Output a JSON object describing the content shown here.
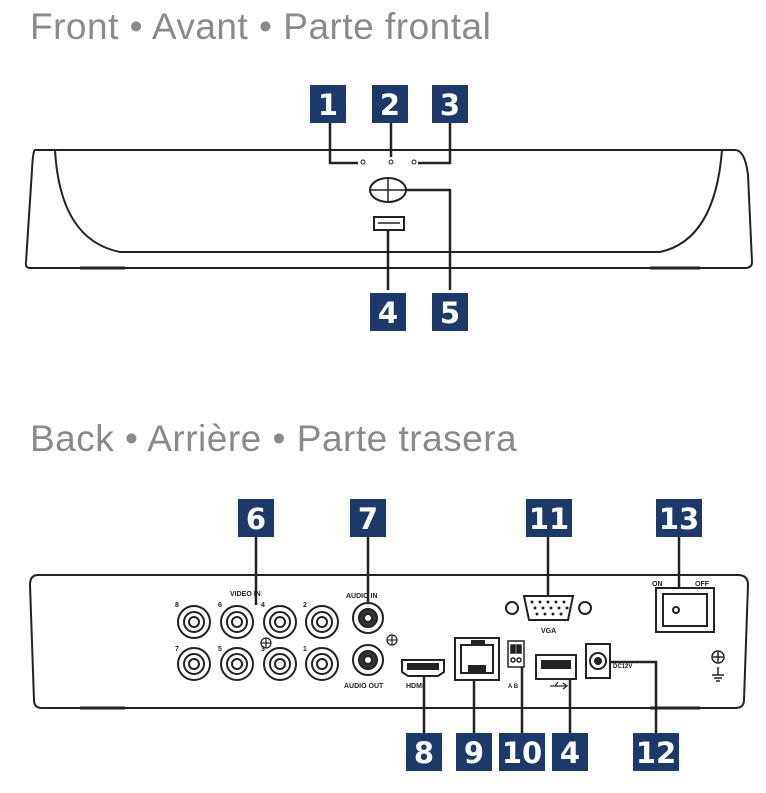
{
  "headings": {
    "front": "Front • Avant • Parte frontal",
    "back": "Back • Arrière • Parte trasera"
  },
  "colors": {
    "callout_bg": "#1b3a6b",
    "callout_text": "#ffffff",
    "line": "#222222",
    "heading": "#8a8a8a"
  },
  "front_callouts": [
    "1",
    "2",
    "3",
    "4",
    "5"
  ],
  "back_callouts": [
    "6",
    "7",
    "11",
    "13",
    "8",
    "9",
    "10",
    "4",
    "12"
  ],
  "back_labels": {
    "video_in": "VIDEO IN",
    "audio_in": "AUDIO IN",
    "audio_out": "AUDIO OUT",
    "hdmi": "HDMI",
    "vga": "VGA",
    "rs485": "A B",
    "dc": "DC12V",
    "on": "ON",
    "off": "OFF",
    "bnc_numbers": [
      "8",
      "6",
      "4",
      "2",
      "7",
      "5",
      "3",
      "1"
    ]
  }
}
